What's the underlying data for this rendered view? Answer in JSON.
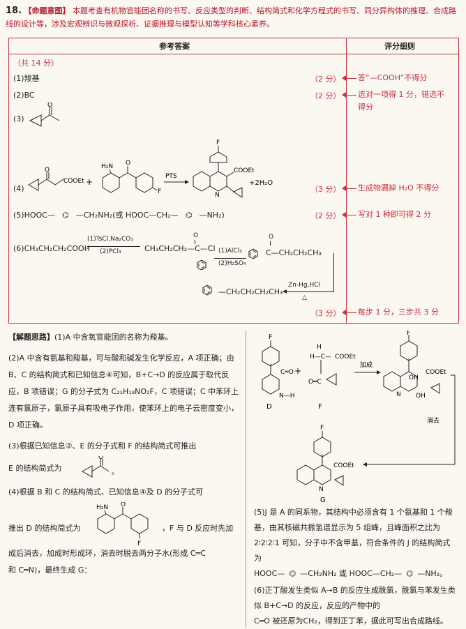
{
  "header": {
    "qnum": "18.",
    "tag": "【命题意图】",
    "text": "本题考查有机物官能团名称的书写、反应类型的判断、结构简式和化学方程式的书写、同分异构体的推理、合成路线的设计等，涉及宏观辨识与微观探析、证据推理与模型认知等学科核心素养。"
  },
  "table": {
    "col1_header": "参考答案",
    "col2_header": "评分细则",
    "total": "（共 14 分）",
    "answers": [
      {
        "label": "(1)羧基",
        "score": "（2 分）",
        "note": "答“—COOH”不得分"
      },
      {
        "label": "(2)BC",
        "score": "（2 分）",
        "note": "选对一项得 1 分，错选不得分"
      },
      {
        "label": "(3)",
        "score": "",
        "note": ""
      },
      {
        "label": "(4)",
        "score": "（3 分）",
        "note": "生成物漏掉 H₂O 不得分"
      },
      {
        "label": "(5)HOOC—",
        "score": "（2 分）",
        "note": "写对 1 种即可得 2 分"
      },
      {
        "label": "(6)CH₃CH₂CH₂COOH",
        "score": "（3 分）",
        "note": "每步 1 分，三步共 3 分"
      }
    ],
    "a4": {
      "coo_et": "COOEt",
      "nh2": "H₂N",
      "f": "F",
      "pts": "PTS",
      "plus": "+",
      "water": "+2H₂O"
    },
    "a5": {
      "text1": "—CH₂NH₂(或 HOOC—CH₂—",
      "text2": "—NH₂)"
    },
    "a6": {
      "reag1_top": "(1)TsCl,Na₂CO₃",
      "reag1_bot": "(2)PCl₃",
      "inter1": "CH₃CH₂CH₂—C—Cl",
      "reag2_top": "(1)AlCl₃",
      "reag2_bot": "(2)H₂SO₄",
      "chain": "C—CH₂CH₂CH₃",
      "reag3": "Zn-Hg,HCl",
      "delta": "△",
      "product": "—CH₂CH₂CH₂CH₃"
    }
  },
  "solution": {
    "tag": "【解题思路】",
    "p1": "(1)A 中含氧官能团的名称为羧基。",
    "p2": "(2)A 中含有氨基和羧基，可与酸和碱发生化学反应，A 项正确；由 B、C 的结构简式和已知信息④可知，B+C→D 的反应属于取代反应，B 项错误；G 的分子式为 C₂₁H₁₈NO₂F，C 项错误；C 中苯环上连有氯原子，氯原子具有吸电子作用，使苯环上的电子云密度变小，D 项正确。",
    "p3a": "(3)根据已知信息②、E 的分子式和 F 的结构简式可推出",
    "p3b": "E 的结构简式为",
    "p4a": "(4)根据 B 和 C 的结构简式、已知信息④及 D 的分子式可",
    "p4b": "推出 D 的结构简式为",
    "p4c": "，F 与 D 反应时先加",
    "p4d": "成后消去，加成时形成环，消去时脱去两分子水(形成 C═C",
    "p4e": "和 C═N)，最终生成 G："
  },
  "right": {
    "labels": {
      "d": "D",
      "f": "F",
      "g": "G",
      "addition": "加成",
      "elim": "消去",
      "coo_et": "COOEt",
      "oh": "OH",
      "nh": "N—H"
    },
    "p5a": "(5)J 是 A 的同系物，其结构中必须含有 1 个氨基和 1 个羧基，由其核磁共振氢谱显示为 5 组峰，且峰面积之比为 2∶2∶2∶1 可知，分子中不含甲基，符合条件的 J 的结构简式为",
    "p5b": "HOOC—",
    "p5c": "—CH₂NH₂ 或 HOOC—CH₂—",
    "p5d": "—NH₂。",
    "p6a": "(6)正丁酸发生类似 A→B 的反应生成酰氯，酰氯与苯发生类似 B+C→D 的反应，反应的产物中的",
    "p6b": "C═O 被还原为",
    "p6c": "CH₂，得到正丁苯，据此可写出合成路线。"
  }
}
